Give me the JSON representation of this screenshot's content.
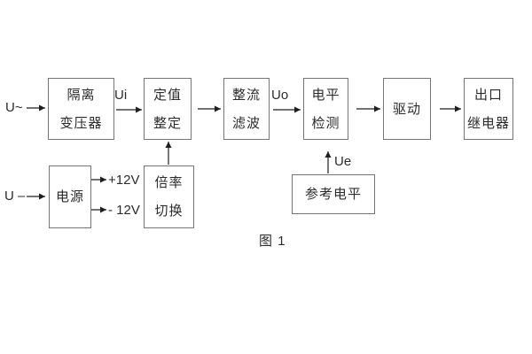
{
  "diagram": {
    "caption": "图 1",
    "labels": {
      "input_ac": "U~",
      "input_dc": "U –",
      "ui": "Ui",
      "uo": "Uo",
      "ue": "Ue",
      "rail_pos": "+12V",
      "rail_neg": "- 12V"
    },
    "blocks": {
      "isolation_transformer": {
        "line1": "隔离",
        "line2": "变压器"
      },
      "setting_adjustment": {
        "line1": "定值",
        "line2": "整定"
      },
      "rectify_filter": {
        "line1": "整流",
        "line2": "滤波"
      },
      "level_detection": {
        "line1": "电平",
        "line2": "检测"
      },
      "driver": {
        "line1": "驱动"
      },
      "output_relay": {
        "line1": "出口",
        "line2": "继电器"
      },
      "power_supply": {
        "line1": "电源"
      },
      "multiplier_switch": {
        "line1": "倍率",
        "line2": "切换"
      },
      "reference_level": {
        "line1": "参考电平"
      }
    },
    "colors": {
      "background": "#ffffff",
      "box_border": "#757575",
      "line": "#1f1f1f",
      "text": "#2b2b2b"
    }
  }
}
